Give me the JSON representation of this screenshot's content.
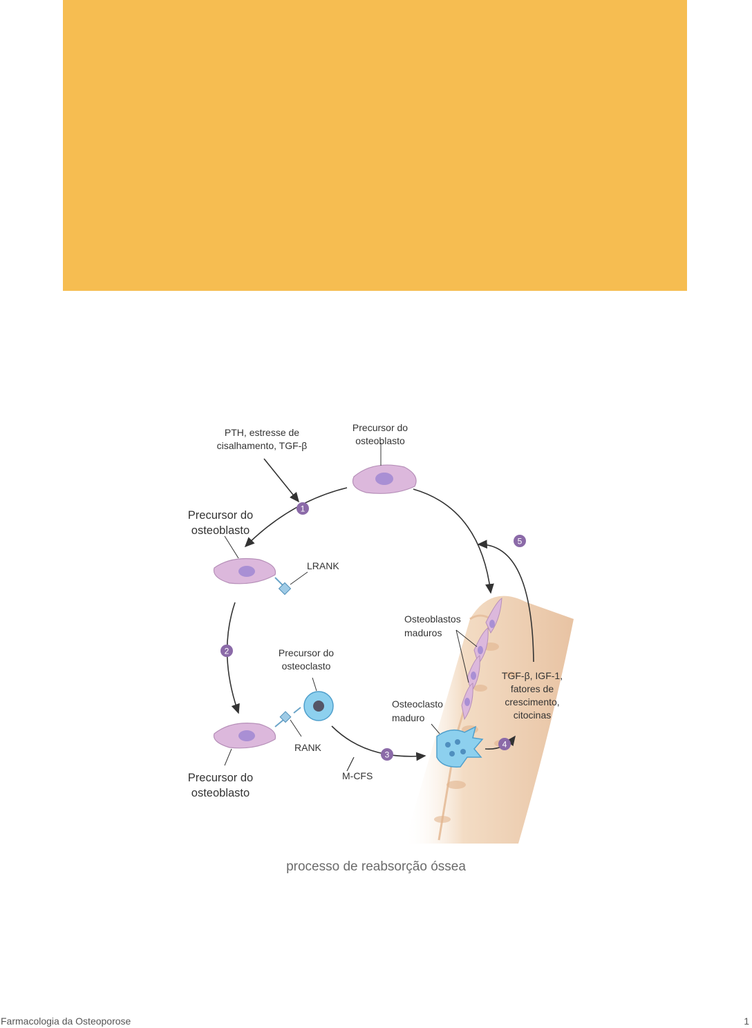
{
  "banner": {
    "color": "#f6bd51"
  },
  "figure": {
    "labels": {
      "pth": [
        "PTH, estresse de",
        "cisalhamento, TGF-β"
      ],
      "top_precursor": [
        "Precursor do",
        "osteoblasto"
      ],
      "left_precursor": [
        "Precursor do",
        "osteoblasto"
      ],
      "lrank": "LRANK",
      "osteoclast_precursor": [
        "Precursor do",
        "osteoclasto"
      ],
      "rank": "RANK",
      "bottom_precursor": [
        "Precursor do",
        "osteoblasto"
      ],
      "mcfs": "M-CFS",
      "mature_osteoblasts": [
        "Osteoblastos",
        "maduros"
      ],
      "mature_osteoclast": [
        "Osteoclasto",
        "maduro"
      ],
      "growth_factors": [
        "TGF-β, IGF-1,",
        "fatores de",
        "crescimento,",
        "citocinas"
      ]
    },
    "steps": [
      "1",
      "2",
      "3",
      "4",
      "5"
    ],
    "colors": {
      "osteoblast": "#dcb8dc",
      "osteoblast_nucleus": "#a98fd4",
      "osteoclast": "#8dd0ee",
      "step_badge": "#8b6aa8",
      "bone": "#f0d4b8"
    }
  },
  "caption": "processo de reabsorção óssea",
  "footer": {
    "title": "Farmacologia da Osteoporose",
    "page": "1"
  }
}
